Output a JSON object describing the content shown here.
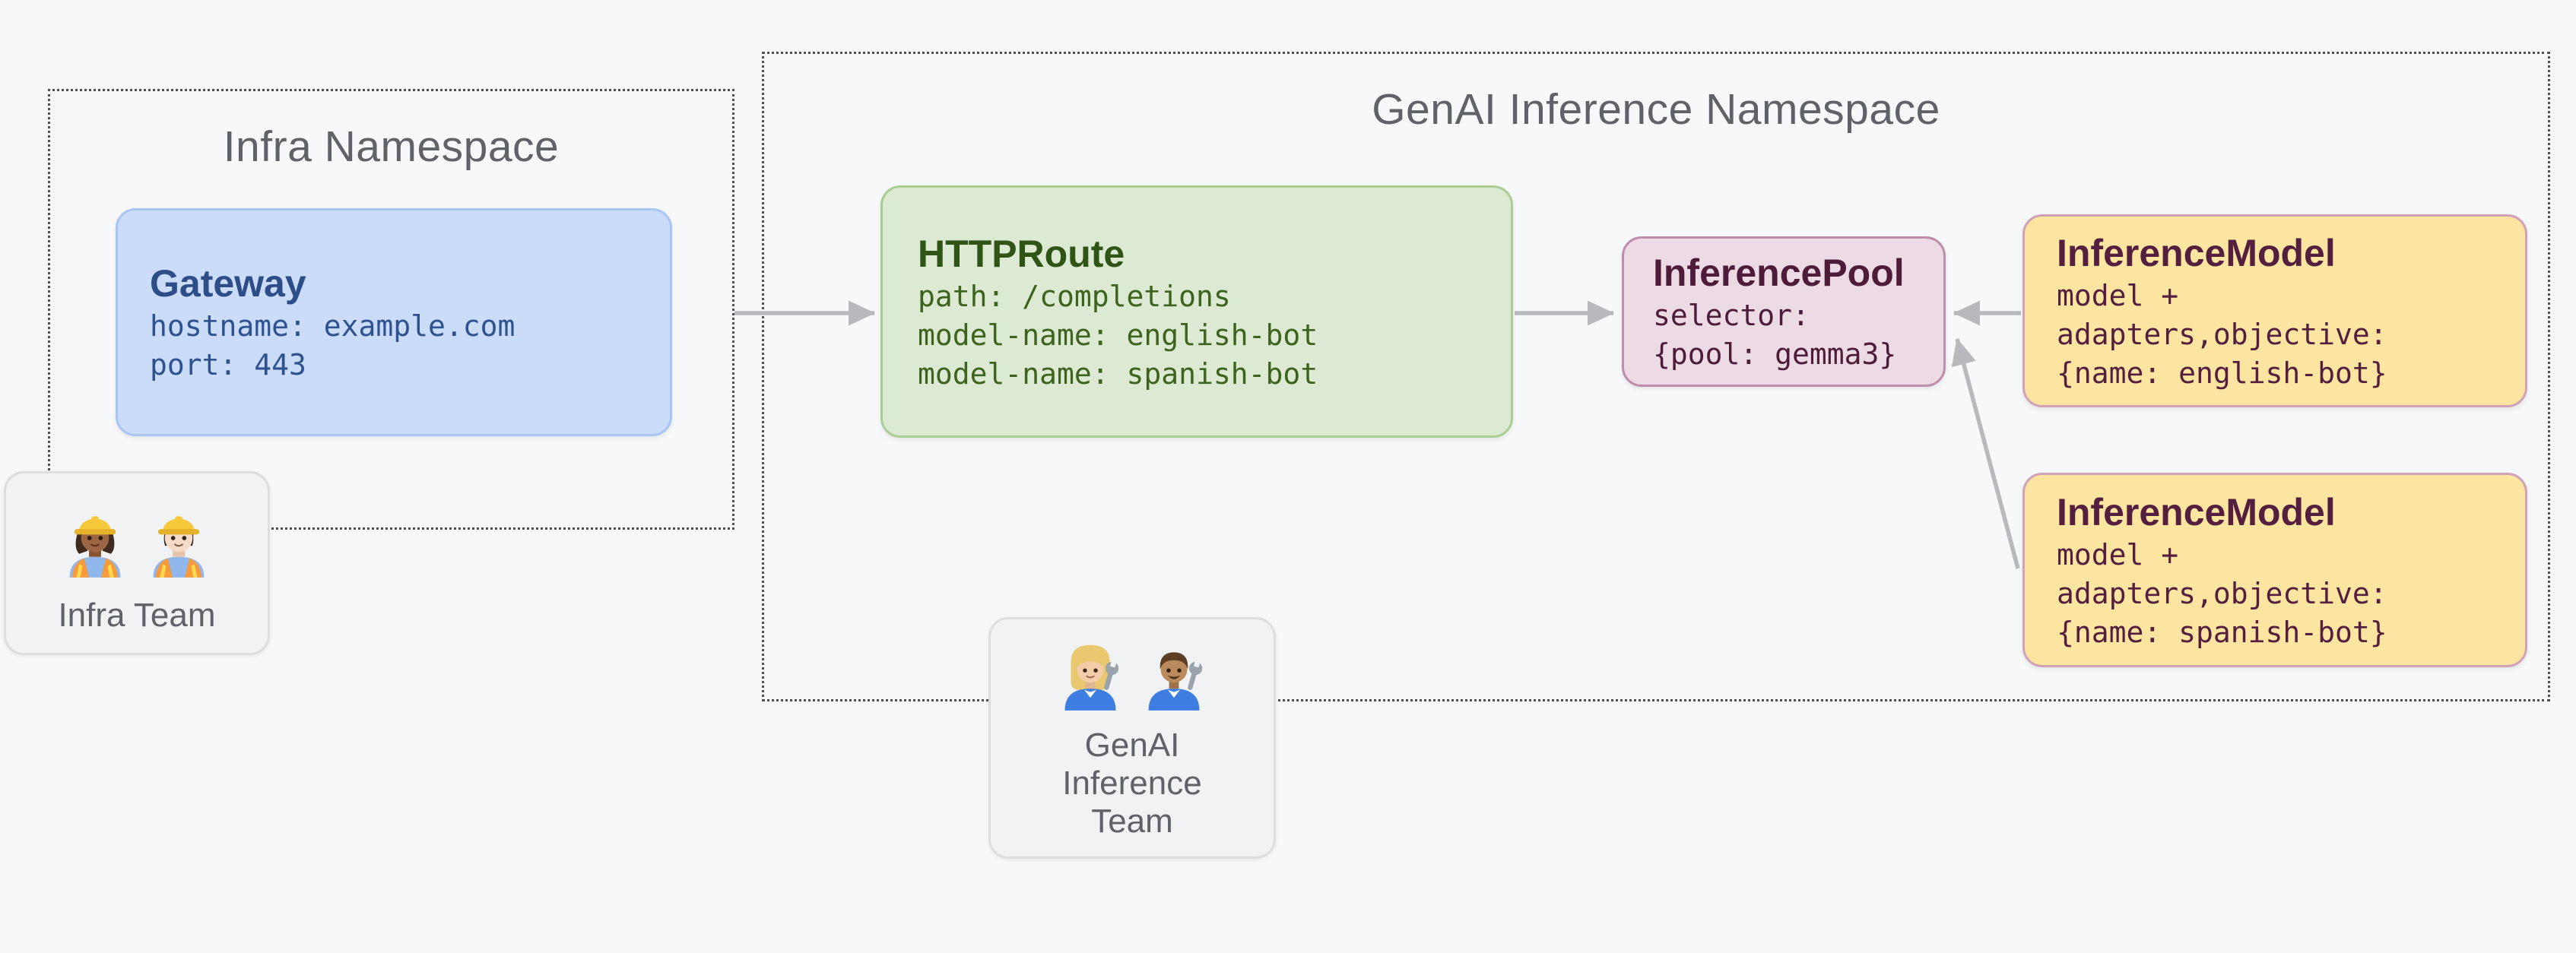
{
  "colors": {
    "bg": "#f7f8fa",
    "ns-title": "#5f6368",
    "dotted": "#4d5156",
    "arrow": "#b7b9bc",
    "blue-fill": "#cbdcf8",
    "blue-border": "#a9c5f4",
    "blue-title": "#2c4d88",
    "blue-text": "#2e5190",
    "green-fill": "#dcead4",
    "green-border": "#a9cd93",
    "green-title": "#2f5416",
    "green-text": "#3d631d",
    "pink-fill": "#ecdbe4",
    "pink-border": "#bf8ca9",
    "yellow-fill": "#fbe5a0",
    "yellow-border": "#d0a2b7",
    "maroon-title": "#4e1c39",
    "maroon-text": "#541f3f",
    "team-fill": "#f1f2f3",
    "team-border": "#dcdee0",
    "team-text": "#5f6368"
  },
  "namespaces": {
    "infra": {
      "title": "Infra Namespace"
    },
    "genai": {
      "title": "GenAI Inference Namespace"
    }
  },
  "nodes": {
    "gateway": {
      "title": "Gateway",
      "lines": [
        "hostname: example.com",
        "port: 443"
      ]
    },
    "httproute": {
      "title": "HTTPRoute",
      "lines": [
        "path: /completions",
        "model-name: english-bot",
        "model-name: spanish-bot"
      ]
    },
    "inference_pool": {
      "title": "InferencePool",
      "lines": [
        "selector:",
        "{pool: gemma3}"
      ]
    },
    "inference_model_english": {
      "title": "InferenceModel",
      "lines": [
        "model +",
        "adapters,objective:",
        "{name: english-bot}"
      ]
    },
    "inference_model_spanish": {
      "title": "InferenceModel",
      "lines": [
        "model +",
        "adapters,objective:",
        "{name: spanish-bot}"
      ]
    }
  },
  "teams": {
    "infra": {
      "label": "Infra Team",
      "icons": [
        "woman-construction-worker-emoji",
        "man-construction-worker-emoji"
      ]
    },
    "genai": {
      "label_lines": [
        "GenAI",
        "Inference",
        "Team"
      ],
      "icons": [
        "woman-mechanic-emoji",
        "man-mechanic-emoji"
      ]
    }
  },
  "edges": [
    {
      "from": "gateway",
      "to": "httproute"
    },
    {
      "from": "httproute",
      "to": "inference_pool"
    },
    {
      "from": "inference_model_english",
      "to": "inference_pool"
    },
    {
      "from": "inference_model_spanish",
      "to": "inference_pool"
    }
  ]
}
